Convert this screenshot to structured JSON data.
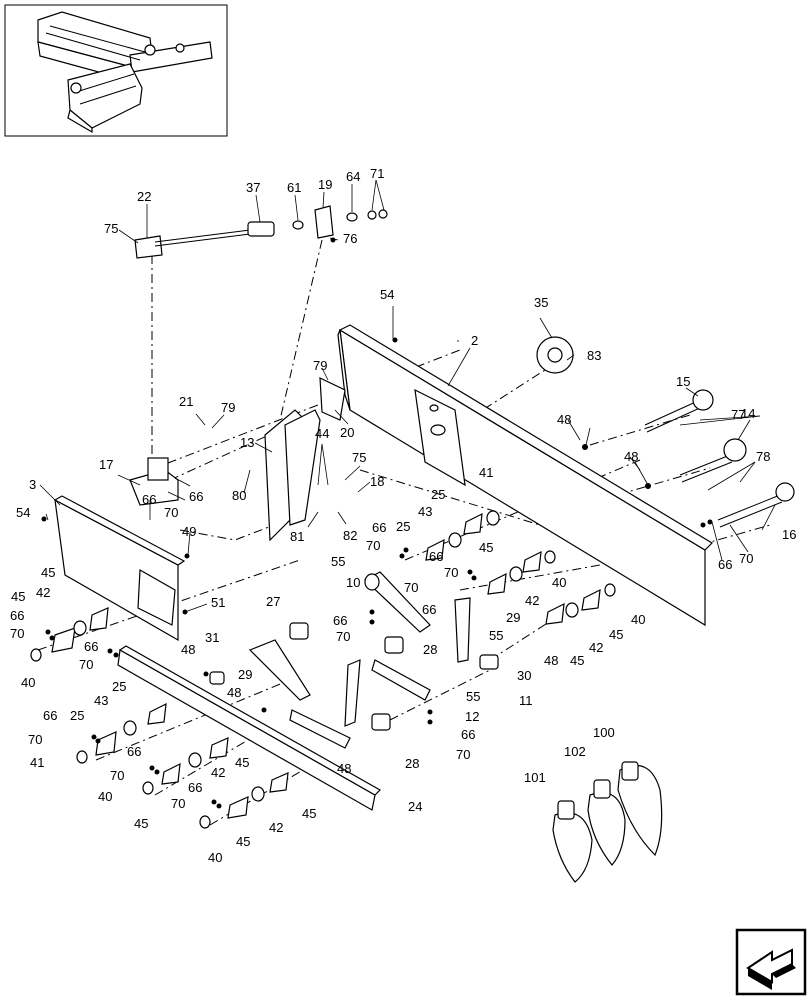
{
  "diagram": {
    "thumbnail_icon": "machine-location-thumbnail",
    "nav_icon": "next-page-arrow-icon",
    "callouts": {
      "c2": "2",
      "c3": "3",
      "c10": "10",
      "c11": "11",
      "c12": "12",
      "c13": "13",
      "c14": "14",
      "c15": "15",
      "c16": "16",
      "c17": "17",
      "c18": "18",
      "c19": "19",
      "c20": "20",
      "c21": "21",
      "c22": "22",
      "c24": "24",
      "c25": "25",
      "c27": "27",
      "c28": "28",
      "c29": "29",
      "c30": "30",
      "c31": "31",
      "c35": "35",
      "c37": "37",
      "c40": "40",
      "c41": "41",
      "c42": "42",
      "c43": "43",
      "c44": "44",
      "c45": "45",
      "c48": "48",
      "c49": "49",
      "c51": "51",
      "c54": "54",
      "c55": "55",
      "c61": "61",
      "c64": "64",
      "c66": "66",
      "c70": "70",
      "c71": "71",
      "c75": "75",
      "c76": "76",
      "c77": "77",
      "c78": "78",
      "c79": "79",
      "c80": "80",
      "c81": "81",
      "c82": "82",
      "c83": "83",
      "c100": "100",
      "c101": "101",
      "c102": "102"
    }
  }
}
